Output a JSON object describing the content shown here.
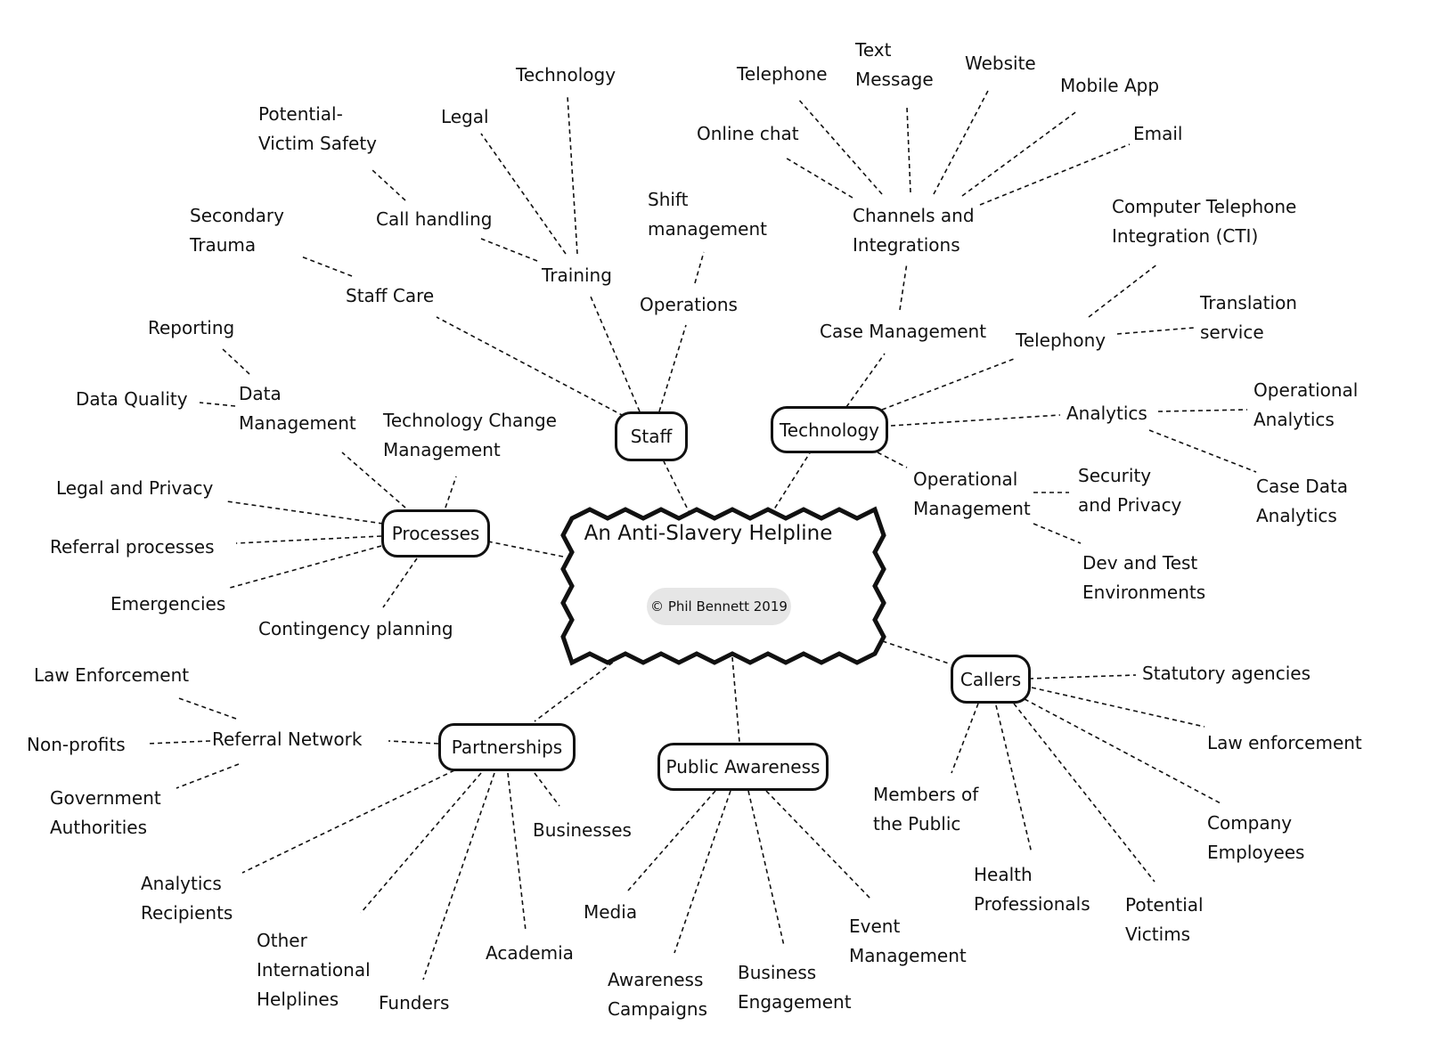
{
  "central": {
    "title": "An Anti-Slavery Helpline",
    "copyright": "© Phil Bennett 2019"
  },
  "hubs": {
    "staff": "Staff",
    "technology": "Technology",
    "processes": "Processes",
    "partnerships": "Partnerships",
    "public_awareness": "Public Awareness",
    "callers": "Callers"
  },
  "staff": {
    "staff_care": "Staff Care",
    "secondary_trauma": "Secondary\nTrauma",
    "training": "Training",
    "call_handling": "Call handling",
    "victim_safety": "Potential-\nVictim Safety",
    "legal": "Legal",
    "technology": "Technology",
    "operations": "Operations",
    "shift_management": "Shift\nmanagement"
  },
  "technology": {
    "case_management": "Case Management",
    "channels": "Channels and\nIntegrations",
    "online_chat": "Online chat",
    "telephone": "Telephone",
    "text_message": "Text\nMessage",
    "website": "Website",
    "mobile_app": "Mobile App",
    "email": "Email",
    "telephony": "Telephony",
    "cti": "Computer Telephone\nIntegration (CTI)",
    "translation": "Translation\nservice",
    "analytics": "Analytics",
    "operational_analytics": "Operational\nAnalytics",
    "case_data_analytics": "Case Data\nAnalytics",
    "operational_management": "Operational\nManagement",
    "security_privacy": "Security\nand Privacy",
    "dev_test": "Dev and Test\nEnvironments"
  },
  "processes": {
    "data_management": "Data\nManagement",
    "reporting": "Reporting",
    "data_quality": "Data Quality",
    "tech_change": "Technology Change\nManagement",
    "legal_privacy": "Legal and Privacy",
    "referral_processes": "Referral processes",
    "emergencies": "Emergencies",
    "contingency": "Contingency planning"
  },
  "partnerships": {
    "referral_network": "Referral Network",
    "law_enforcement": "Law Enforcement",
    "non_profits": "Non-profits",
    "government": "Government\nAuthorities",
    "businesses": "Businesses",
    "analytics_recipients": "Analytics\nRecipients",
    "international": "Other\nInternational\nHelplines",
    "funders": "Funders",
    "academia": "Academia"
  },
  "public_awareness": {
    "media": "Media",
    "campaigns": "Awareness\nCampaigns",
    "business_engagement": "Business\nEngagement",
    "event_management": "Event\nManagement"
  },
  "callers": {
    "statutory": "Statutory agencies",
    "law_enforcement": "Law enforcement",
    "employees": "Company\nEmployees",
    "victims": "Potential\nVictims",
    "health": "Health\nProfessionals",
    "public": "Members of\nthe Public"
  }
}
